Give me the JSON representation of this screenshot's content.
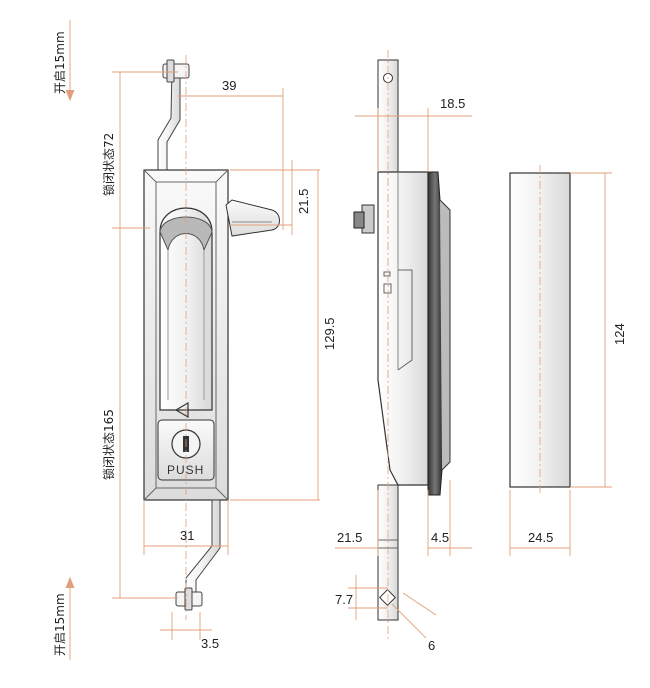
{
  "dimensions": {
    "open_travel_top": "开启15mm",
    "open_travel_bottom": "开启15mm",
    "locked_state_72": "锁闭状态72",
    "locked_state_165": "锁闭状态165",
    "width_39": "39",
    "height_21_5": "21.5",
    "height_129_5": "129.5",
    "width_31": "31",
    "width_3_5": "3.5",
    "side_18_5": "18.5",
    "side_21_5": "21.5",
    "side_4_5": "4.5",
    "side_7_7": "7.7",
    "side_6": "6",
    "right_124": "124",
    "right_24_5": "24.5"
  },
  "handle": {
    "push_label": "PUSH"
  },
  "colors": {
    "dimension_line": "#e2a07a",
    "outline": "#333333",
    "centerline": "#e2a07a"
  }
}
